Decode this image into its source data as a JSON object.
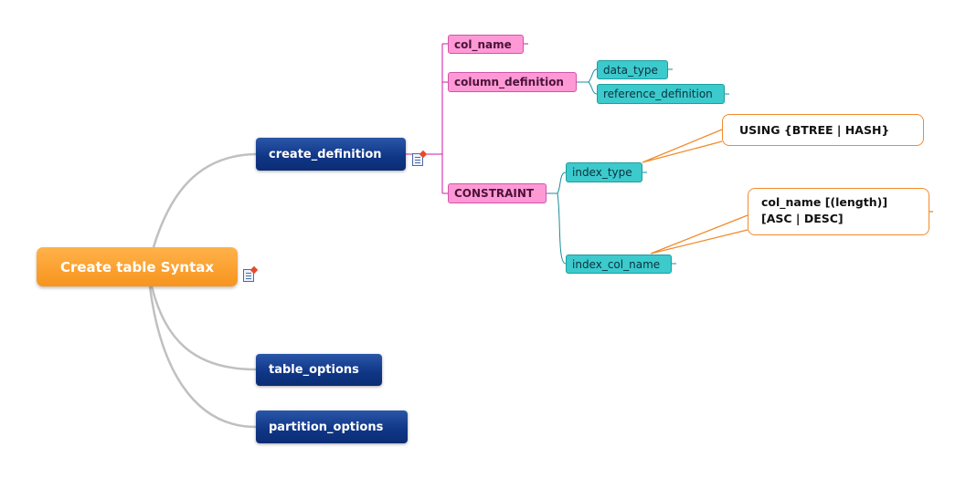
{
  "root": {
    "label": "Create table Syntax"
  },
  "branches": {
    "create_definition": "create_definition",
    "table_options": "table_options",
    "partition_options": "partition_options"
  },
  "create_definition_children": {
    "col_name": "col_name",
    "column_definition": "column_definition",
    "constraint": "CONSTRAINT"
  },
  "column_definition_children": {
    "data_type": "data_type",
    "reference_definition": "reference_definition"
  },
  "constraint_children": {
    "index_type": "index_type",
    "index_col_name": "index_col_name"
  },
  "callouts": {
    "index_type_note": "USING {BTREE | HASH}",
    "index_col_name_note_line1": "col_name [(length)]",
    "index_col_name_note_line2": "[ASC | DESC]"
  },
  "colors": {
    "root": "#f7941d",
    "branch": "#0f3585",
    "pink": "#ff99d6",
    "cyan": "#3ccacc",
    "callout_border": "#f28a2a",
    "connector_gray": "#c0c0c0",
    "connector_magenta": "#d01aa8",
    "connector_teal": "#1a8c9c"
  }
}
